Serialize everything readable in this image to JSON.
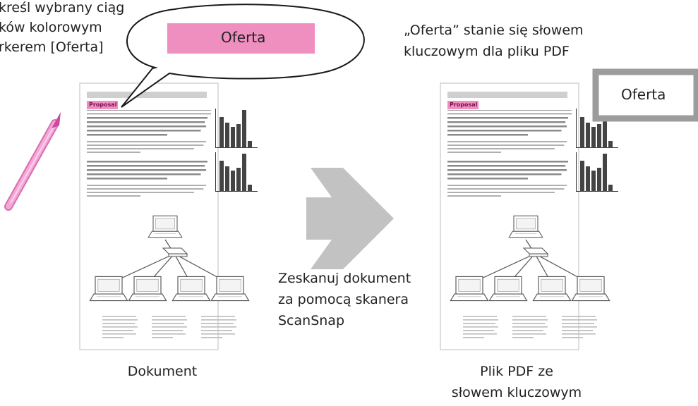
{
  "instruction": [
    "kreśl wybrany ciąg",
    "ków kolorowym",
    "rkerem [Oferta]"
  ],
  "keyword": "Oferta",
  "result_note": [
    "„Oferta” stanie się słowem",
    "kluczowym dla pliku PDF"
  ],
  "scan_note": [
    "Zeskanuj dokument",
    "za pomocą skanera",
    "ScanSnap"
  ],
  "doc_caption": "Dokument",
  "pdf_caption": [
    "Plik PDF ze",
    "słowem kluczowym"
  ],
  "doc_heading": "Proposal",
  "colors": {
    "highlight": "#ef8fbf",
    "arrow": "#c2c2c2",
    "marker": "#f29ad0",
    "bars": "#444444"
  }
}
